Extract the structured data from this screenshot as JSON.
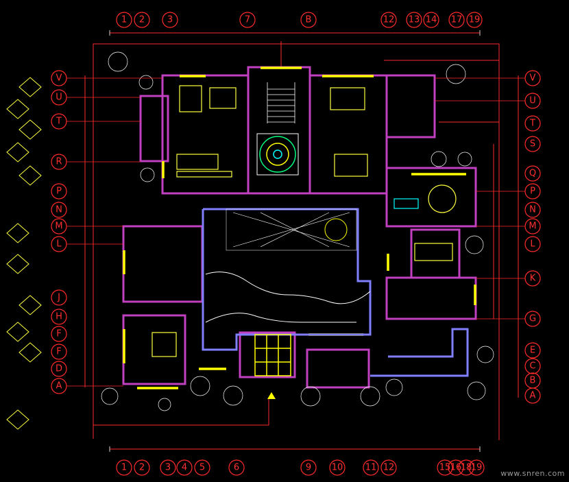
{
  "drawing": {
    "type": "cad-floor-plan",
    "colors": {
      "background": "#000000",
      "axis": "#ff2a2a",
      "dimension": "#ffffff",
      "wall": "#c040c0",
      "window": "#ffff00",
      "furniture": "#ffff40",
      "fixtures": "#00ffff",
      "landscape": "#ffffff",
      "terrace": "#8080ff"
    }
  },
  "axes": {
    "top": [
      "1",
      "2",
      "3",
      "7",
      "B",
      "12",
      "13",
      "14",
      "17",
      "19"
    ],
    "bottom": [
      "1",
      "2",
      "3",
      "4",
      "5",
      "6",
      "9",
      "10",
      "11",
      "12",
      "15",
      "16",
      "18",
      "19"
    ],
    "left": [
      "V",
      "U",
      "T",
      "R",
      "P",
      "N",
      "M",
      "L",
      "J",
      "H",
      "F",
      "F",
      "D",
      "A"
    ],
    "right": [
      "V",
      "U",
      "T",
      "S",
      "Q",
      "P",
      "N",
      "M",
      "L",
      "K",
      "G",
      "E",
      "C",
      "B",
      "A"
    ]
  },
  "watermark": "www.snren.com"
}
